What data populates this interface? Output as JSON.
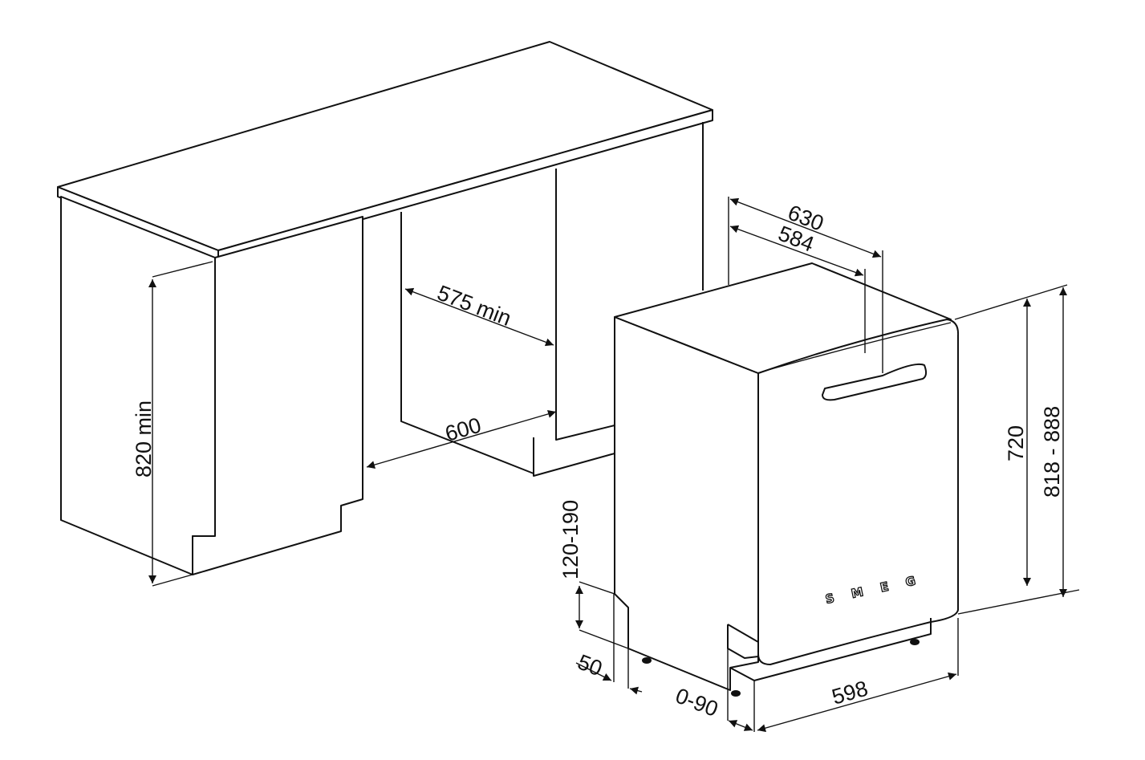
{
  "diagram": {
    "brand_logo": "SMEG",
    "dimensions": {
      "cabinet_height": "820 min",
      "niche_depth": "575 min",
      "niche_width": "600",
      "depth_total": "630",
      "depth_body": "584",
      "appliance_height": "720",
      "installed_height": "818 - 888",
      "plinth_height": "120-190",
      "plinth_setback": "50",
      "door_offset": "0-90",
      "appliance_width": "598"
    }
  }
}
